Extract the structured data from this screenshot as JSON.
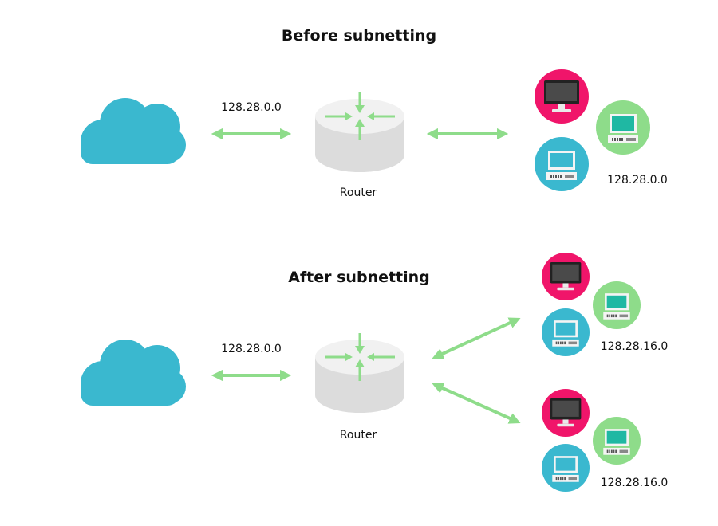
{
  "before": {
    "title": "Before subnetting",
    "wan_address": "128.28.0.0",
    "router_label": "Router",
    "lan_address": "128.28.0.0"
  },
  "after": {
    "title": "After subnetting",
    "wan_address": "128.28.0.0",
    "router_label": "Router",
    "subnets": [
      {
        "address": "128.28.16.0"
      },
      {
        "address": "128.28.16.0"
      }
    ]
  },
  "colors": {
    "cloud": "#3AB8CF",
    "arrow": "#8EDC8A",
    "router_top": "#F1F1F1",
    "router_side": "#DCDCDC",
    "pc_pink": "#F0156A",
    "pc_green": "#8EDC8A",
    "pc_blue": "#3AB8CF"
  }
}
